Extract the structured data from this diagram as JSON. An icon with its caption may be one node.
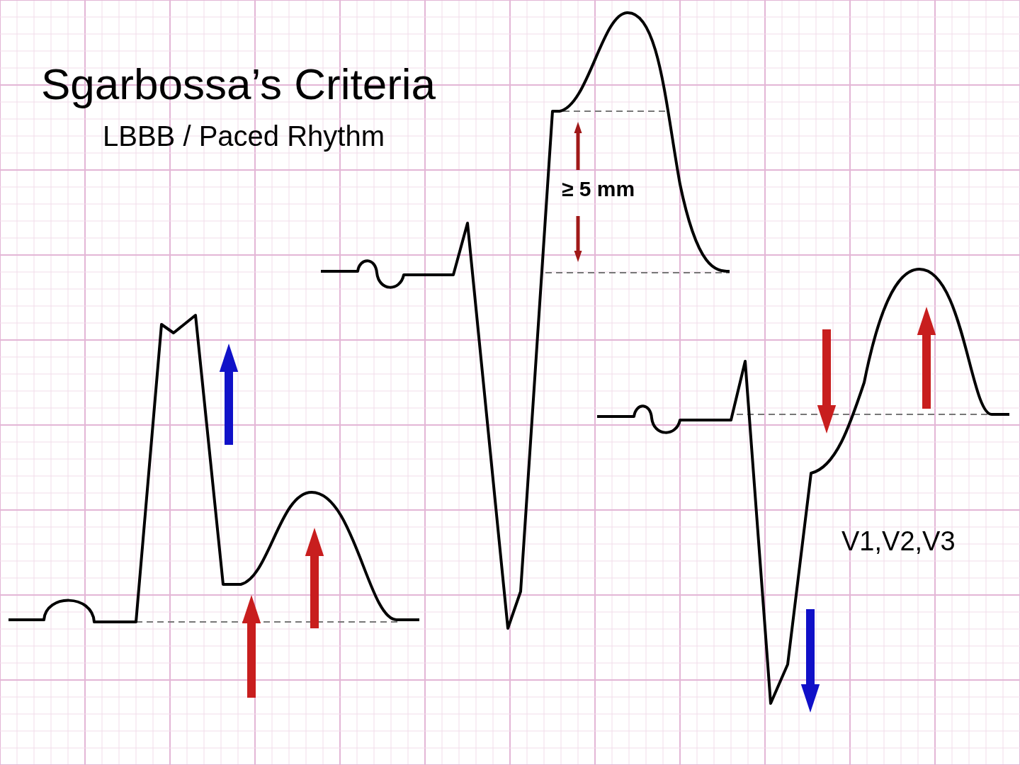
{
  "diagram": {
    "title": "Sgarbossa’s Criteria",
    "labels": [
      "LBBB / Paced Rhythm",
      "≥ 5 mm",
      "V1,V2,V3"
    ]
  }
}
